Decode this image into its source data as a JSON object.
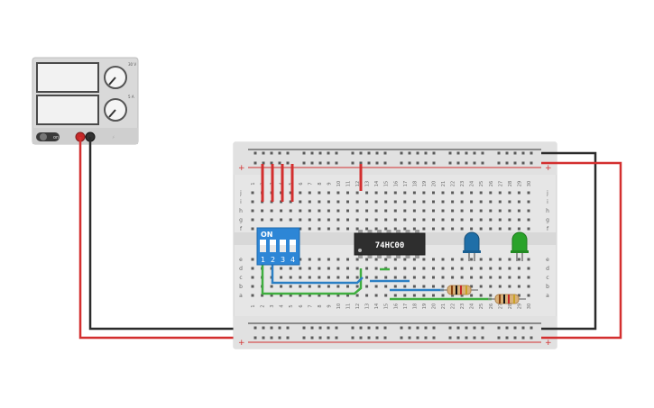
{
  "power_supply": {
    "display_top": "",
    "display_bottom": "",
    "knob_top_marks": [
      "30 V",
      "0"
    ],
    "knob_bottom_marks": [
      "5 A",
      "0"
    ],
    "switch_label": "on"
  },
  "breadboard": {
    "column_numbers": [
      "1",
      "2",
      "3",
      "4",
      "5",
      "6",
      "7",
      "8",
      "9",
      "10",
      "11",
      "12",
      "13",
      "14",
      "15",
      "16",
      "17",
      "18",
      "19",
      "20",
      "21",
      "22",
      "23",
      "24",
      "25",
      "26",
      "27",
      "28",
      "29",
      "30"
    ],
    "row_letters_top": [
      "j",
      "i",
      "h",
      "g",
      "f"
    ],
    "row_letters_bottom": [
      "e",
      "d",
      "c",
      "b",
      "a"
    ],
    "rail_plus": "+",
    "rail_minus": "−"
  },
  "dip_switch": {
    "on_label": "ON",
    "numbers": [
      "1",
      "2",
      "3",
      "4"
    ]
  },
  "ic": {
    "label": "74HC00"
  },
  "leds": [
    {
      "name": "blue-led",
      "color": "#1f6fa8"
    },
    {
      "name": "green-led",
      "color": "#2aa32a"
    }
  ],
  "colors": {
    "wire_red": "#d32f2f",
    "wire_black": "#2b2b2b",
    "wire_green": "#3fae3f",
    "wire_blue": "#2b7fc4",
    "breadboard": "#e6e6e6",
    "dip_blue": "#2d86d6",
    "ic_body": "#2e2e2e"
  }
}
